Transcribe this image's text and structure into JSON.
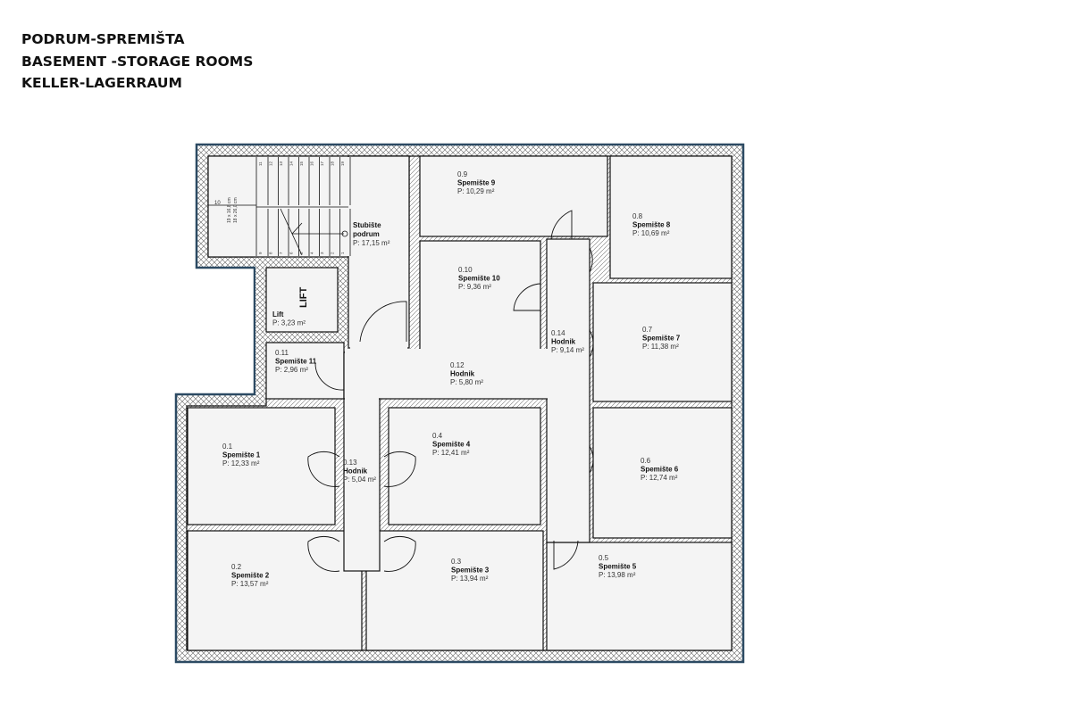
{
  "titles": [
    "PODRUM-SPREMIŠTA",
    "BASEMENT -STORAGE ROOMS",
    "KELLER-LAGERRAUM"
  ],
  "colors": {
    "outer_wall_edge": "#2c4a63",
    "floor": "#f4f4f4",
    "wall_line": "#111111"
  },
  "lift_label": "LIFT",
  "stairs": {
    "landing_step": "10",
    "steps_top": [
      "11",
      "12",
      "13",
      "14",
      "15",
      "16",
      "17",
      "18",
      "19"
    ],
    "steps_bottom": [
      "9",
      "8",
      "7",
      "6",
      "5",
      "4",
      "3",
      "2",
      "1"
    ],
    "dimension_1": "19 x 16,8 cm",
    "dimension_2": "18 x 26,0 cm"
  },
  "rooms": [
    {
      "number": "",
      "name": "Stubište podrum",
      "name_line1": "Stubište",
      "name_line2": "podrum",
      "area": "P: 17,15 m²"
    },
    {
      "number": "",
      "name": "Lift",
      "area": "P: 3,23 m²"
    },
    {
      "number": "0.11",
      "name": "Spemište 11",
      "area": "P: 2,96 m²"
    },
    {
      "number": "0.9",
      "name": "Spemište 9",
      "area": "P: 10,29 m²"
    },
    {
      "number": "0.8",
      "name": "Spemište 8",
      "area": "P: 10,69 m²"
    },
    {
      "number": "0.10",
      "name": "Spemište 10",
      "area": "P: 9,36 m²"
    },
    {
      "number": "0.14",
      "name": "Hodnik",
      "area": "P: 9,14 m²"
    },
    {
      "number": "0.7",
      "name": "Spemište 7",
      "area": "P: 11,38 m²"
    },
    {
      "number": "0.12",
      "name": "Hodnik",
      "area": "P: 5,80 m²"
    },
    {
      "number": "0.1",
      "name": "Spemište 1",
      "area": "P: 12,33 m²"
    },
    {
      "number": "0.13",
      "name": "Hodnik",
      "area": "P: 5,04 m²"
    },
    {
      "number": "0.4",
      "name": "Spemište 4",
      "area": "P: 12,41 m²"
    },
    {
      "number": "0.6",
      "name": "Spemište 6",
      "area": "P: 12,74 m²"
    },
    {
      "number": "0.2",
      "name": "Spemište 2",
      "area": "P: 13,57 m²"
    },
    {
      "number": "0.3",
      "name": "Spemište 3",
      "area": "P: 13,94 m²"
    },
    {
      "number": "0.5",
      "name": "Spemište 5",
      "area": "P: 13,98 m²"
    }
  ]
}
